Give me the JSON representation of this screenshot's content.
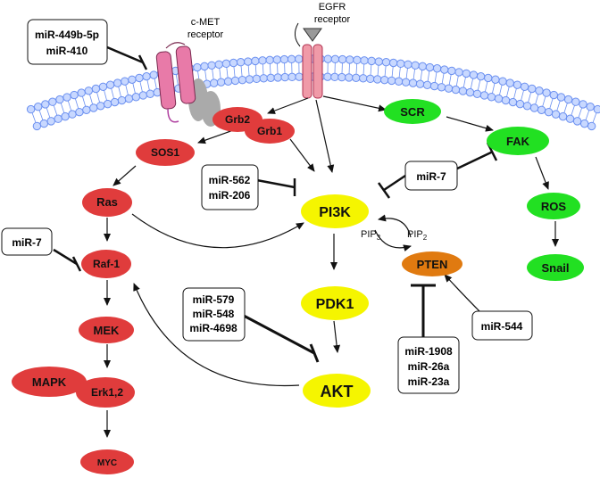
{
  "receptors": {
    "cmet_line1": "c-MET",
    "cmet_line2": "receptor",
    "egfr_line1": "EGFR",
    "egfr_line2": "receptor"
  },
  "nodes": {
    "grb2": "Grb2",
    "grb1": "Grb1",
    "sos1": "SOS1",
    "ras": "Ras",
    "raf1": "Raf-1",
    "mek": "MEK",
    "mapk": "MAPK",
    "erk": "Erk1,2",
    "myc": "MYC",
    "scr": "SCR",
    "fak": "FAK",
    "ros": "ROS",
    "snail": "Snail",
    "pi3k": "PI3K",
    "pdk1": "PDK1",
    "akt": "AKT",
    "pten": "PTEN"
  },
  "pip": {
    "pip3": "PIP",
    "pip3_sub": "3",
    "pip2": "PIP",
    "pip2_sub": "2"
  },
  "mirna_boxes": {
    "box1": [
      "miR-449b-5p",
      "miR-410"
    ],
    "box2": [
      "miR-562",
      "miR-206"
    ],
    "box3": [
      "miR-7"
    ],
    "box4": [
      "miR-7"
    ],
    "box5": [
      "miR-579",
      "miR-548",
      "miR-4698"
    ],
    "box6": [
      "miR-1908",
      "miR-26a",
      "miR-23a"
    ],
    "box7": [
      "miR-544"
    ]
  },
  "colors": {
    "red_node": "#e03c3c",
    "green_node": "#22e022",
    "yellow_node": "#f5f500",
    "orange_node": "#e07a10",
    "membrane": "#6a8ff0",
    "membrane_head": "#c8d8ff",
    "receptor_pink": "#e87aa8",
    "egfr_pink": "#f09aa8",
    "grey": "#aaaaaa"
  }
}
